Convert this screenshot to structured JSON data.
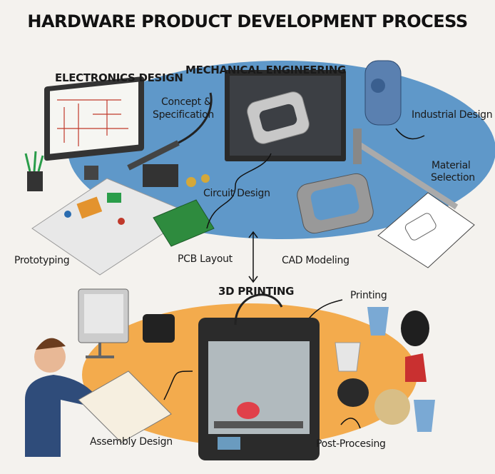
{
  "title": "HARDWARE PRODUCT DEVELOPMENT PROCESS",
  "sections": {
    "electronics": "ELECTRONICS DESIGN",
    "mechanical": "MECHANICAL ENGINEERING",
    "printing": "3D PRINTING"
  },
  "labels": {
    "concept": "Concept &",
    "concept2": "Specification",
    "industrial": "Industrial Design",
    "material": "Material",
    "material2": "Selection",
    "circuit": "Circuit Design",
    "prototyping": "Prototyping",
    "pcb": "PCB Layout",
    "cad": "CAD Modeling",
    "printing_step": "Printing",
    "assembly": "Assembly Design",
    "post": "Post-Procesing"
  },
  "colors": {
    "blue_region": "#5f98c9",
    "orange_region": "#f3ab4d",
    "background": "#f4f2ee"
  }
}
